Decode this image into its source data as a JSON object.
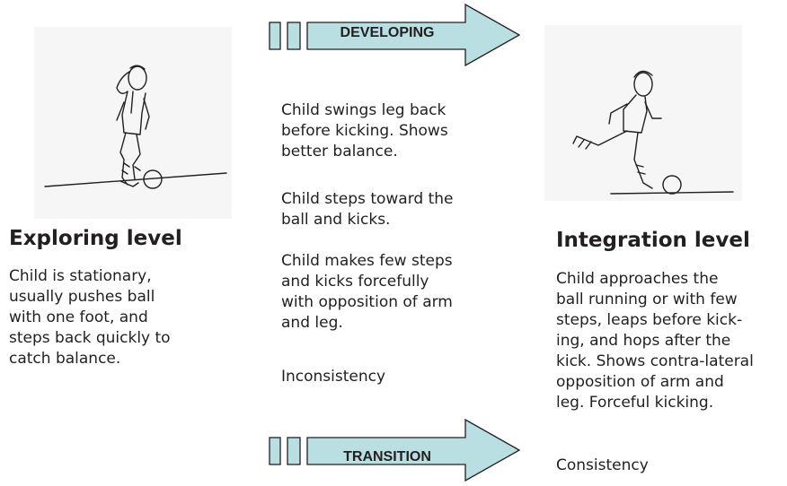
{
  "arrows": {
    "top": {
      "label": "DEVELOPING",
      "fill": "#b9dfe3"
    },
    "bottom": {
      "label": "TRANSITION",
      "fill": "#b9dfe3"
    }
  },
  "exploring": {
    "title": "Exploring level",
    "description": [
      "Child is stationary,",
      "usually pushes ball",
      "with one foot, and",
      "steps back quickly to",
      "catch balance."
    ]
  },
  "developing": {
    "paragraphs": [
      [
        "Child swings leg back",
        "before kicking. Shows",
        "better balance."
      ],
      [
        "Child steps toward the",
        "ball and kicks."
      ],
      [
        "Child makes few steps",
        "and kicks forcefully",
        "with opposition of arm",
        "and leg."
      ],
      [
        "Inconsistency"
      ]
    ]
  },
  "integration": {
    "title": "Integration level",
    "description": [
      "Child approaches the",
      "ball running or with few",
      "steps, leaps before kick-",
      "ing, and hops after the",
      "kick. Shows contra-lateral",
      "opposition of arm and",
      "leg. Forceful kicking."
    ],
    "footer": "Consistency"
  }
}
